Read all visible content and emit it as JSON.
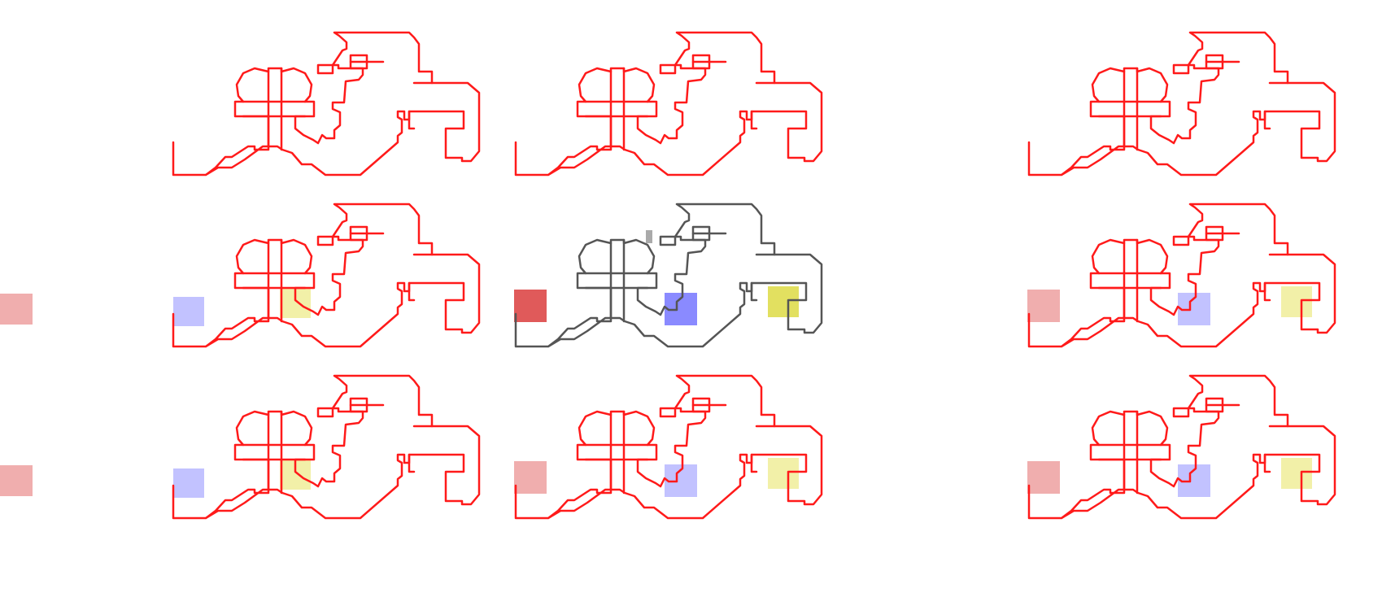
{
  "colors": {
    "background": "#ffffff",
    "ghost_outline": "#ff1a1a",
    "active_outline": "#555555",
    "active_interior": "#ffffff",
    "marker_red_solid": "#e05a5a",
    "marker_red_faded": "#f0aeae",
    "marker_blue_solid": "#8a8aff",
    "marker_blue_faded": "#c2c2ff",
    "marker_yellow_solid": "#e2e060",
    "marker_yellow_faded": "#f2f0a8"
  },
  "maze": {
    "grid": {
      "rows": 3,
      "columns": 3
    },
    "active_cell": {
      "row": 2,
      "column": 2
    },
    "visible_cells": [
      {
        "row": 1,
        "column": 1,
        "state": "neighbor",
        "markers": []
      },
      {
        "row": 1,
        "column": 2,
        "state": "neighbor",
        "markers": []
      },
      {
        "row": 1,
        "column": 3,
        "state": "neighbor",
        "markers": []
      },
      {
        "row": 2,
        "column": 1,
        "state": "neighbor",
        "markers": [
          "blue-faded",
          "yellow-faded"
        ]
      },
      {
        "row": 2,
        "column": 2,
        "state": "active",
        "markers": [
          "red-solid",
          "blue-solid",
          "yellow-solid"
        ]
      },
      {
        "row": 2,
        "column": 3,
        "state": "neighbor",
        "markers": [
          "red-faded",
          "blue-faded",
          "yellow-faded"
        ]
      },
      {
        "row": 3,
        "column": 1,
        "state": "neighbor",
        "markers": [
          "blue-faded",
          "yellow-faded"
        ]
      },
      {
        "row": 3,
        "column": 2,
        "state": "neighbor",
        "markers": [
          "red-faded",
          "blue-faded",
          "yellow-faded"
        ]
      },
      {
        "row": 3,
        "column": 3,
        "state": "neighbor",
        "markers": [
          "red-faded",
          "blue-faded",
          "yellow-faded"
        ]
      }
    ],
    "edge_markers": [
      {
        "row": 2,
        "color": "red-faded"
      },
      {
        "row": 3,
        "color": "red-faded"
      }
    ]
  }
}
